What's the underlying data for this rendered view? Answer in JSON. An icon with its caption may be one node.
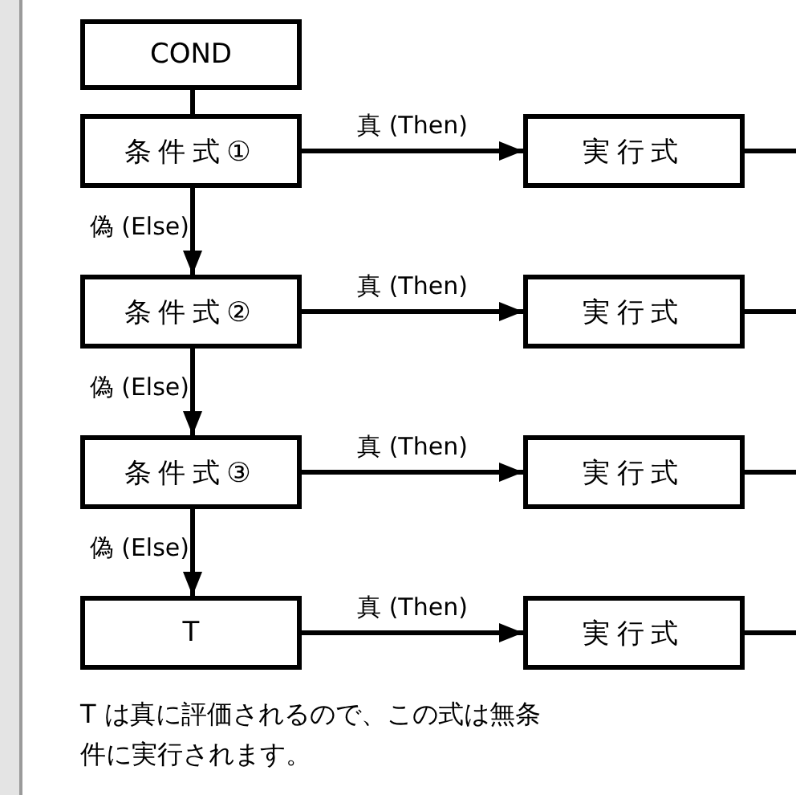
{
  "diagram": {
    "nodes": [
      {
        "text": [
          "COND"
        ]
      },
      {
        "text": [
          "条件式①"
        ]
      },
      {
        "text": [
          "実行式"
        ]
      },
      {
        "text": [
          "条件式②"
        ]
      },
      {
        "text": [
          "実行式"
        ]
      },
      {
        "text": [
          "条件式③"
        ]
      },
      {
        "text": [
          "実行式"
        ]
      },
      {
        "text": [
          "T"
        ]
      },
      {
        "text": [
          "実行式"
        ]
      }
    ],
    "edges": [
      {
        "from": 0,
        "to": 1,
        "arrow": "none"
      },
      {
        "from": 1,
        "to": 2,
        "arrow": "to",
        "label": "真 (Then)"
      },
      {
        "from": 1,
        "to": 3,
        "arrow": "to",
        "label": "偽 (Else)"
      },
      {
        "from": 2,
        "to": null,
        "arrow": "none"
      },
      {
        "from": 3,
        "to": 4,
        "arrow": "to",
        "label": "真 (Then)"
      },
      {
        "from": 3,
        "to": 5,
        "arrow": "to",
        "label": "偽 (Else)"
      },
      {
        "from": 4,
        "to": null,
        "arrow": "none"
      },
      {
        "from": 5,
        "to": 6,
        "arrow": "to",
        "label": "真 (Then)"
      },
      {
        "from": 5,
        "to": 7,
        "arrow": "to",
        "label": "偽 (Else)"
      },
      {
        "from": 6,
        "to": null,
        "arrow": "none"
      },
      {
        "from": 7,
        "to": 8,
        "arrow": "to",
        "label": "真 (Then)"
      },
      {
        "from": 8,
        "to": null,
        "arrow": "none"
      }
    ],
    "labels": [
      "T は真に評価されるので、この式は無条件に実行されます。"
    ]
  }
}
